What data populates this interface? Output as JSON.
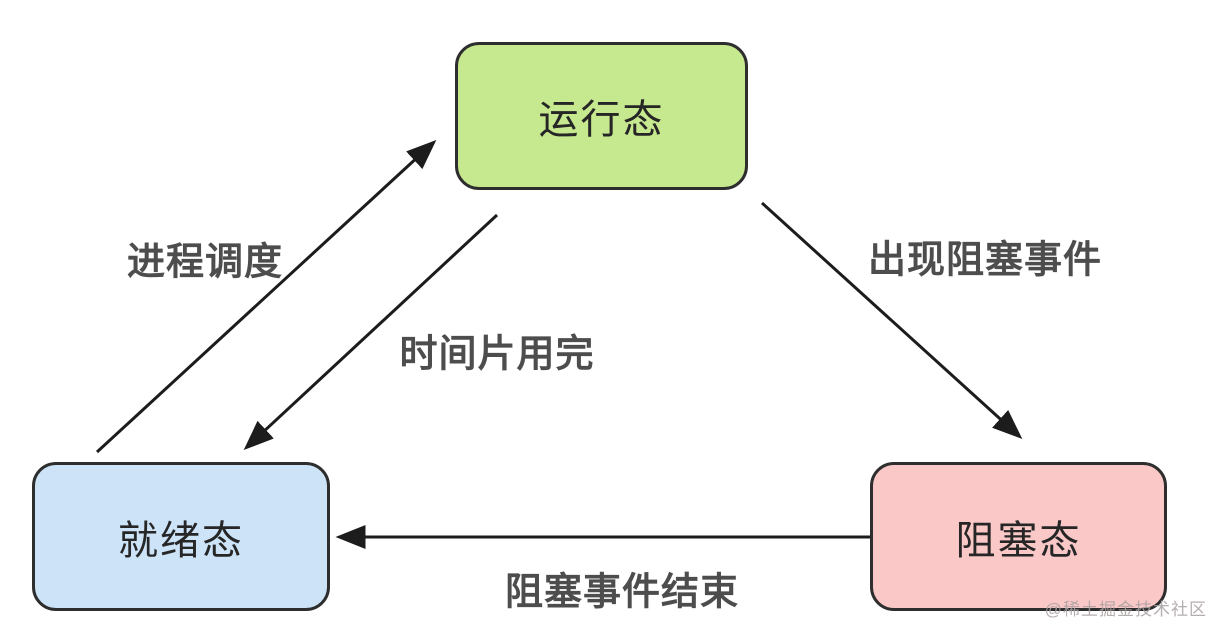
{
  "diagram": {
    "title": "process-state-transition-diagram",
    "nodes": {
      "running": {
        "label": "运行态",
        "fill": "#c6e88e"
      },
      "ready": {
        "label": "就绪态",
        "fill": "#cde4f8"
      },
      "blocked": {
        "label": "阻塞态",
        "fill": "#fbc8c8"
      }
    },
    "edges": {
      "schedule": {
        "label": "进程调度",
        "from": "就绪态",
        "to": "运行态"
      },
      "timeslice": {
        "label": "时间片用完",
        "from": "运行态",
        "to": "就绪态"
      },
      "block": {
        "label": "出现阻塞事件",
        "from": "运行态",
        "to": "阻塞态"
      },
      "unblock": {
        "label": "阻塞事件结束",
        "from": "阻塞态",
        "to": "就绪态"
      }
    },
    "watermark": "@稀土掘金技术社区",
    "colors": {
      "background": "#ffffff",
      "node_border": "#2e2e2e",
      "arrow": "#1c1c1c",
      "edge_label_text": "#4d4d4d",
      "node_text": "#262626"
    }
  }
}
